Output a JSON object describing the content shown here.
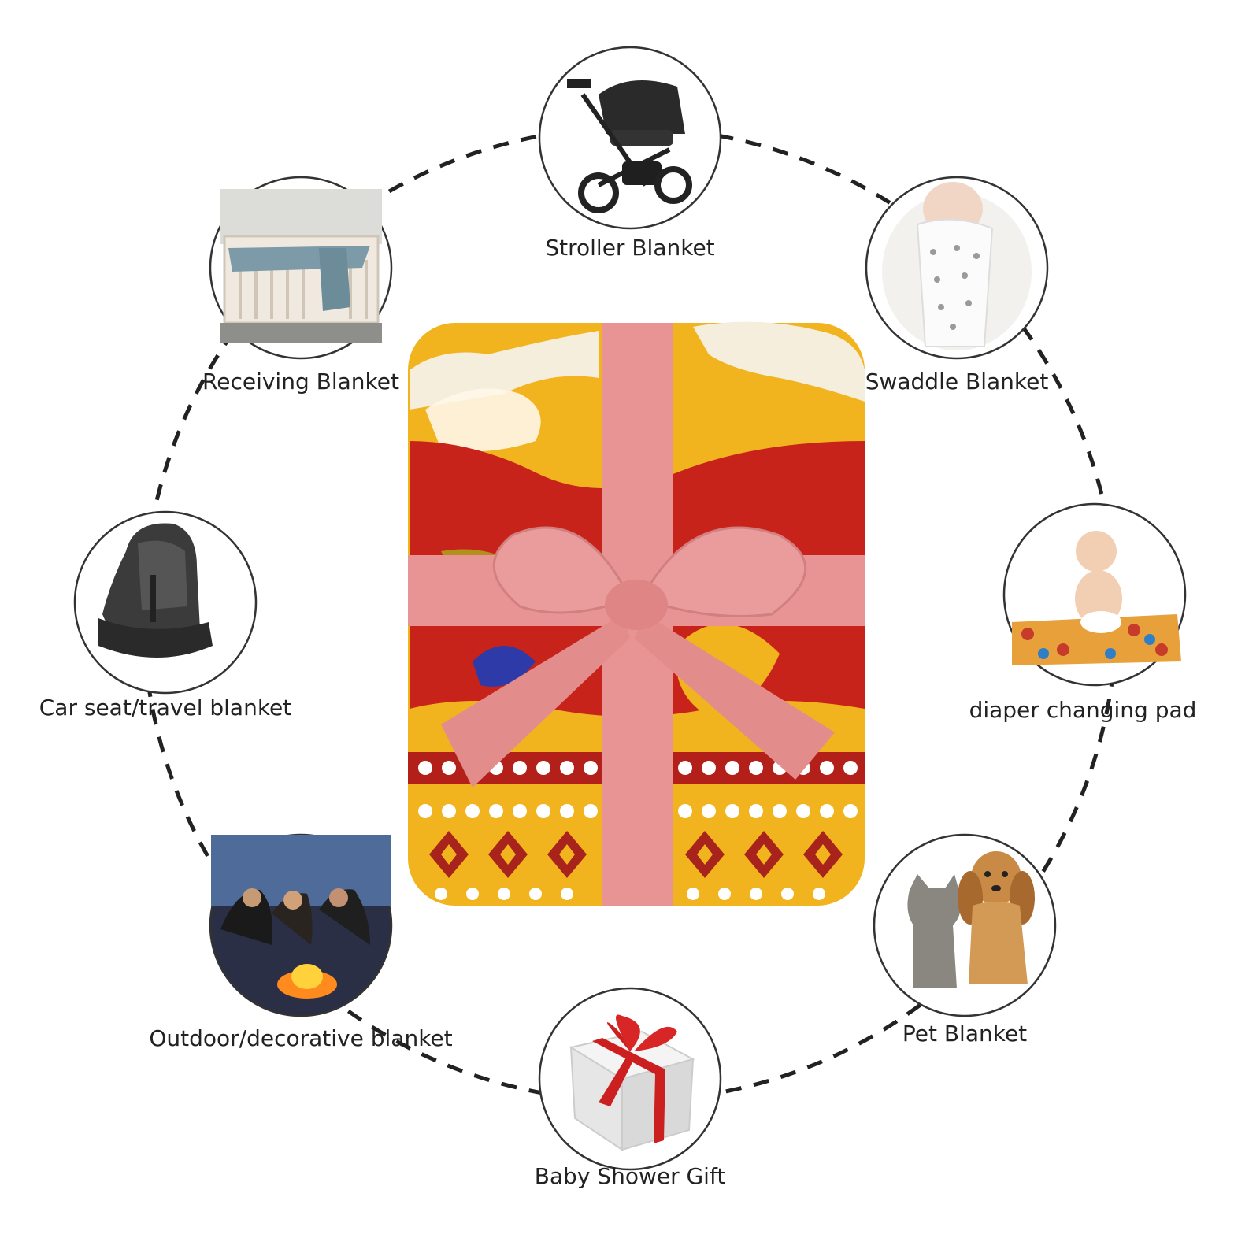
{
  "uses": [
    {
      "id": "stroller",
      "label": "Stroller Blanket",
      "icon": "stroller-icon"
    },
    {
      "id": "swaddle",
      "label": "Swaddle Blanket",
      "icon": "swaddled-baby-icon"
    },
    {
      "id": "diaper",
      "label": "diaper changing pad",
      "icon": "baby-on-pad-icon"
    },
    {
      "id": "pet",
      "label": "Pet Blanket",
      "icon": "cat-and-dog-icon"
    },
    {
      "id": "gift",
      "label": "Baby Shower Gift",
      "icon": "gift-box-icon"
    },
    {
      "id": "outdoor",
      "label": "Outdoor/decorative blanket",
      "icon": "campfire-icon"
    },
    {
      "id": "carseat",
      "label": "Car seat/travel blanket",
      "icon": "car-seat-icon"
    },
    {
      "id": "receiving",
      "label": "Receiving Blanket",
      "icon": "crib-icon"
    }
  ],
  "colors": {
    "ring": "#222222",
    "circle_stroke": "#333333",
    "blanket_yellow": "#f1b41f",
    "blanket_red": "#c8231b",
    "ribbon_pink": "#e99494"
  }
}
